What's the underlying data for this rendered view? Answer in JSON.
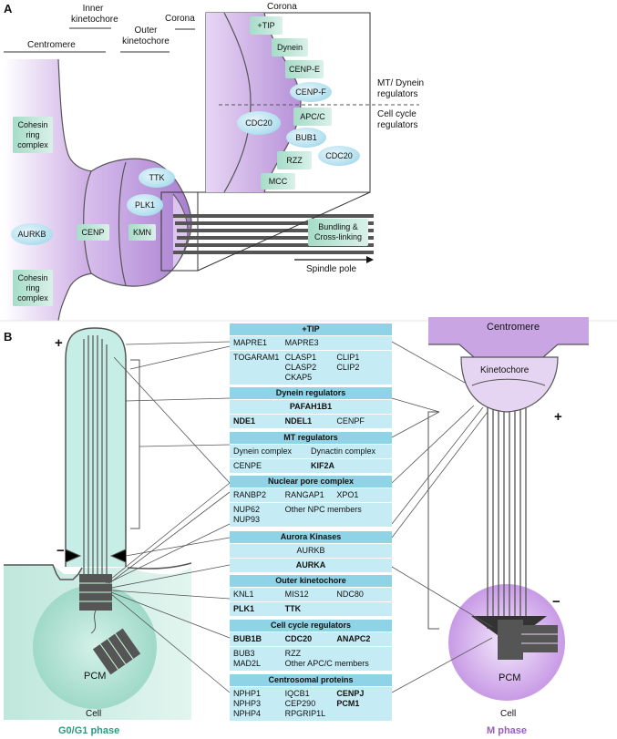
{
  "panel_a": {
    "letter": "A",
    "headers": {
      "inner_kinetochore": "Inner\nkinetochore",
      "outer_kinetochore": "Outer\nkinetochore",
      "centromere": "Centromere",
      "corona": "Corona",
      "corona_inset": "Corona"
    },
    "labels": {
      "cohesin_top": "Cohesin\nring\ncomplex",
      "cohesin_bottom": "Cohesin\nring\ncomplex",
      "aurkb": "AURKB",
      "cenp": "CENP",
      "kmn": "KMN",
      "ttk": "TTK",
      "plk1": "PLK1",
      "bundling": "Bundling &\nCross-linking",
      "spindle_pole": "Spindle pole"
    },
    "inset": {
      "green_chips": [
        "+TIP",
        "Dynein",
        "CENP-E",
        "APC/C",
        "RZZ",
        "MCC"
      ],
      "blue_chips": [
        "CENP-F",
        "CDC20",
        "BUB1",
        "CDC20"
      ],
      "mt_dynein_regulators": "MT/ Dynein\nregulators",
      "cell_cycle_regulators": "Cell cycle\nregulators"
    }
  },
  "panel_b": {
    "letter": "B",
    "g0_phase": "G0/G1 phase",
    "m_phase": "M phase",
    "pcm_left": "PCM",
    "pcm_right": "PCM",
    "cell_left": "Cell",
    "cell_right": "Cell",
    "centromere": "Centromere",
    "kinetochore": "Kinetochore",
    "plus_left": "+",
    "minus_left": "−",
    "plus_right": "+",
    "minus_right": "−"
  },
  "tables": [
    {
      "title": "+TIP",
      "rows": [
        [
          {
            "t": "MAPRE1"
          },
          {
            "t": "MAPRE3"
          },
          {
            "t": ""
          }
        ],
        [
          {
            "t": "TOGARAM1"
          },
          {
            "t": "CLASP1\nCLASP2\nCKAP5"
          },
          {
            "t": "CLIP1\nCLIP2"
          }
        ]
      ]
    },
    {
      "title": "Dynein regulators",
      "rows": [
        [
          {
            "t": "PAFAH1B1",
            "b": true,
            "span": true
          }
        ],
        [
          {
            "t": "NDE1",
            "b": true
          },
          {
            "t": "NDEL1",
            "b": true
          },
          {
            "t": "CENPF"
          }
        ]
      ]
    },
    {
      "title": "MT regulators",
      "rows": [
        [
          {
            "t": "Dynein complex"
          },
          {
            "t": "Dynactin complex"
          }
        ],
        [
          {
            "t": "CENPE"
          },
          {
            "t": "KIF2A",
            "b": true
          }
        ]
      ]
    },
    {
      "title": "Nuclear pore complex",
      "rows": [
        [
          {
            "t": "RANBP2"
          },
          {
            "t": "RANGAP1"
          },
          {
            "t": "XPO1"
          }
        ],
        [
          {
            "t": "NUP62\nNUP93"
          },
          {
            "t": "Other NPC members",
            "span2": true
          }
        ]
      ]
    },
    {
      "title": "Aurora Kinases",
      "rows": [
        [
          {
            "t": "AURKB",
            "span": true
          }
        ],
        [
          {
            "t": "AURKA",
            "b": true,
            "span": true
          }
        ]
      ]
    },
    {
      "title": "Outer kinetochore",
      "rows": [
        [
          {
            "t": "KNL1"
          },
          {
            "t": "MIS12"
          },
          {
            "t": "NDC80"
          }
        ],
        [
          {
            "t": "PLK1",
            "b": true
          },
          {
            "t": "TTK",
            "b": true
          },
          {
            "t": ""
          }
        ]
      ]
    },
    {
      "title": "Cell cycle regulators",
      "rows": [
        [
          {
            "t": "BUB1B",
            "b": true
          },
          {
            "t": "CDC20",
            "b": true
          },
          {
            "t": "ANAPC2",
            "b": true
          }
        ],
        [
          {
            "t": "BUB3\nMAD2L"
          },
          {
            "t": "RZZ\nOther APC/C members",
            "span2": true
          }
        ]
      ]
    },
    {
      "title": "Centrosomal proteins",
      "rows": [
        [
          {
            "t": "NPHP1\nNPHP3\nNPHP4"
          },
          {
            "t": "IQCB1\nCEP290\nRPGRIP1L"
          },
          {
            "t": "CENPJ\nPCM1",
            "b": true
          }
        ]
      ]
    }
  ],
  "colors": {
    "purple": "#b78fd6",
    "light_purple": "#dcc6ee",
    "mint": "#bfe7dc",
    "table_head": "#8fd3e6",
    "table_row": "#c5ebf5"
  }
}
